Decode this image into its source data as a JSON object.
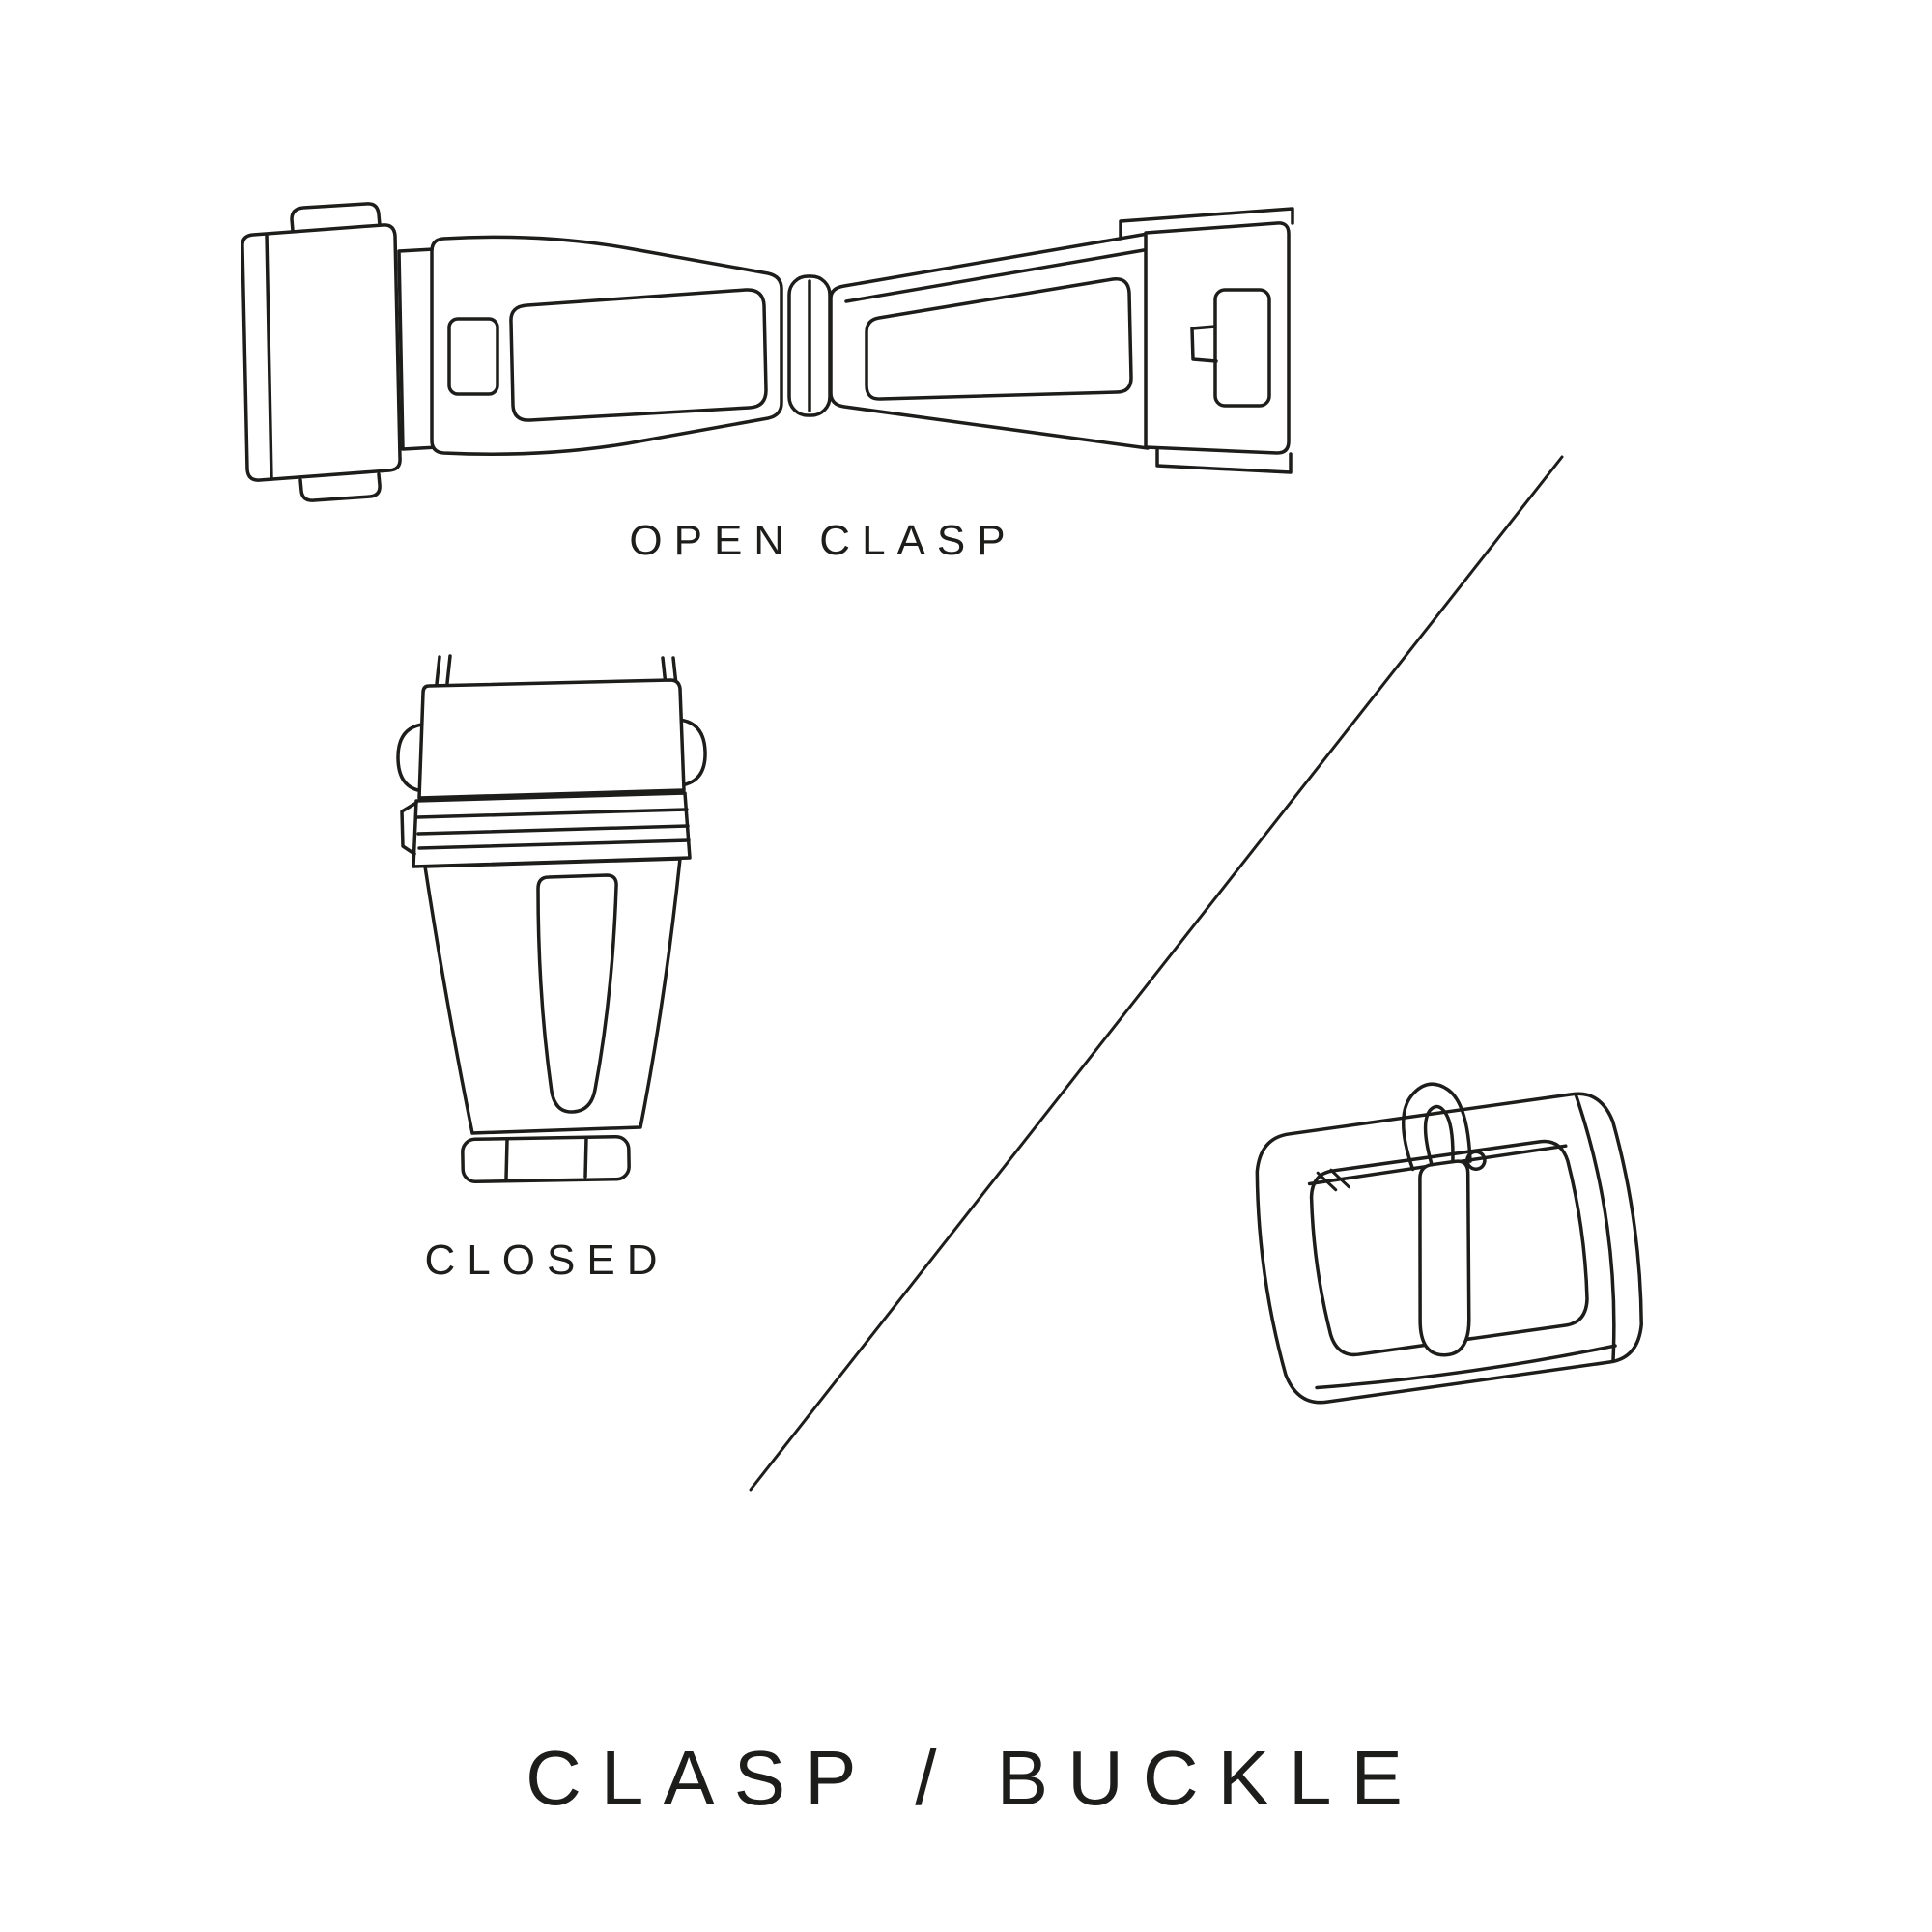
{
  "page": {
    "background": "#ffffff",
    "line_color": "#1d1d1b",
    "text_color": "#1d1d1b"
  },
  "diagram": {
    "title": "CLASP / BUCKLE",
    "items": [
      {
        "id": "open-clasp",
        "label": "OPEN CLASP"
      },
      {
        "id": "closed-clasp",
        "label": "CLOSED"
      },
      {
        "id": "tang-buckle",
        "label": ""
      }
    ]
  }
}
